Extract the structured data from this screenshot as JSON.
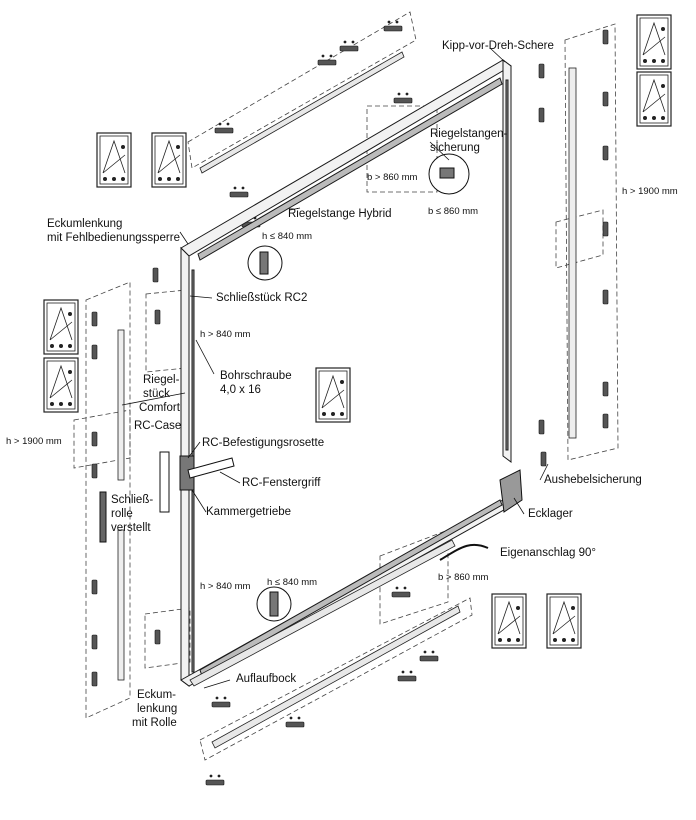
{
  "diagram": {
    "labels": {
      "kipp_vor_dreh_schere": "Kipp-vor-Dreh-Schere",
      "riegelstangensicherung_1": "Riegelstangen-",
      "riegelstangensicherung_2": "sicherung",
      "b_gt_860_top": "b > 860 mm",
      "b_le_860": "b ≤ 860 mm",
      "riegelstange_hybrid": "Riegelstange Hybrid",
      "eckumlenkung_1": "Eckumlenkung",
      "eckumlenkung_2": "mit Fehlbedienungssperre",
      "h_le_840_top": "h ≤ 840 mm",
      "schliessstueck_rc2": "Schließstück RC2",
      "h_gt_840_upper": "h > 840 mm",
      "bohrschraube_1": "Bohrschraube",
      "bohrschraube_2": "4,0 x 16",
      "riegelstueck_1": "Riegel-",
      "riegelstueck_2": "stück",
      "riegelstueck_3": "Comfort",
      "h_gt_1900_left": "h > 1900 mm",
      "h_gt_1900_right": "h > 1900 mm",
      "rc_case": "RC-Case",
      "rc_befestigungsrosette": "RC-Befestigungsrosette",
      "rc_fenstergriff": "RC-Fenstergriff",
      "schliessrolle_1": "Schließ-",
      "schliessrolle_2": "rolle",
      "schliessrolle_3": "verstellt",
      "kammergetriebe": "Kammergetriebe",
      "aushebelsicherung": "Aushebelsicherung",
      "ecklager": "Ecklager",
      "eigenanschlag": "Eigenanschlag 90°",
      "b_gt_860_bottom": "b > 860 mm",
      "h_gt_840_lower": "h > 840 mm",
      "h_le_840_lower": "h ≤ 840 mm",
      "auflaufbock": "Auflaufbock",
      "eckumlenkung_rolle_1": "Eckum-",
      "eckumlenkung_rolle_2": "lenkung",
      "eckumlenkung_rolle_3": "mit Rolle"
    },
    "colors": {
      "line": "#1a1a1a",
      "hardware": "#3a3a3a",
      "dashed": "#444444",
      "background": "#ffffff"
    }
  }
}
